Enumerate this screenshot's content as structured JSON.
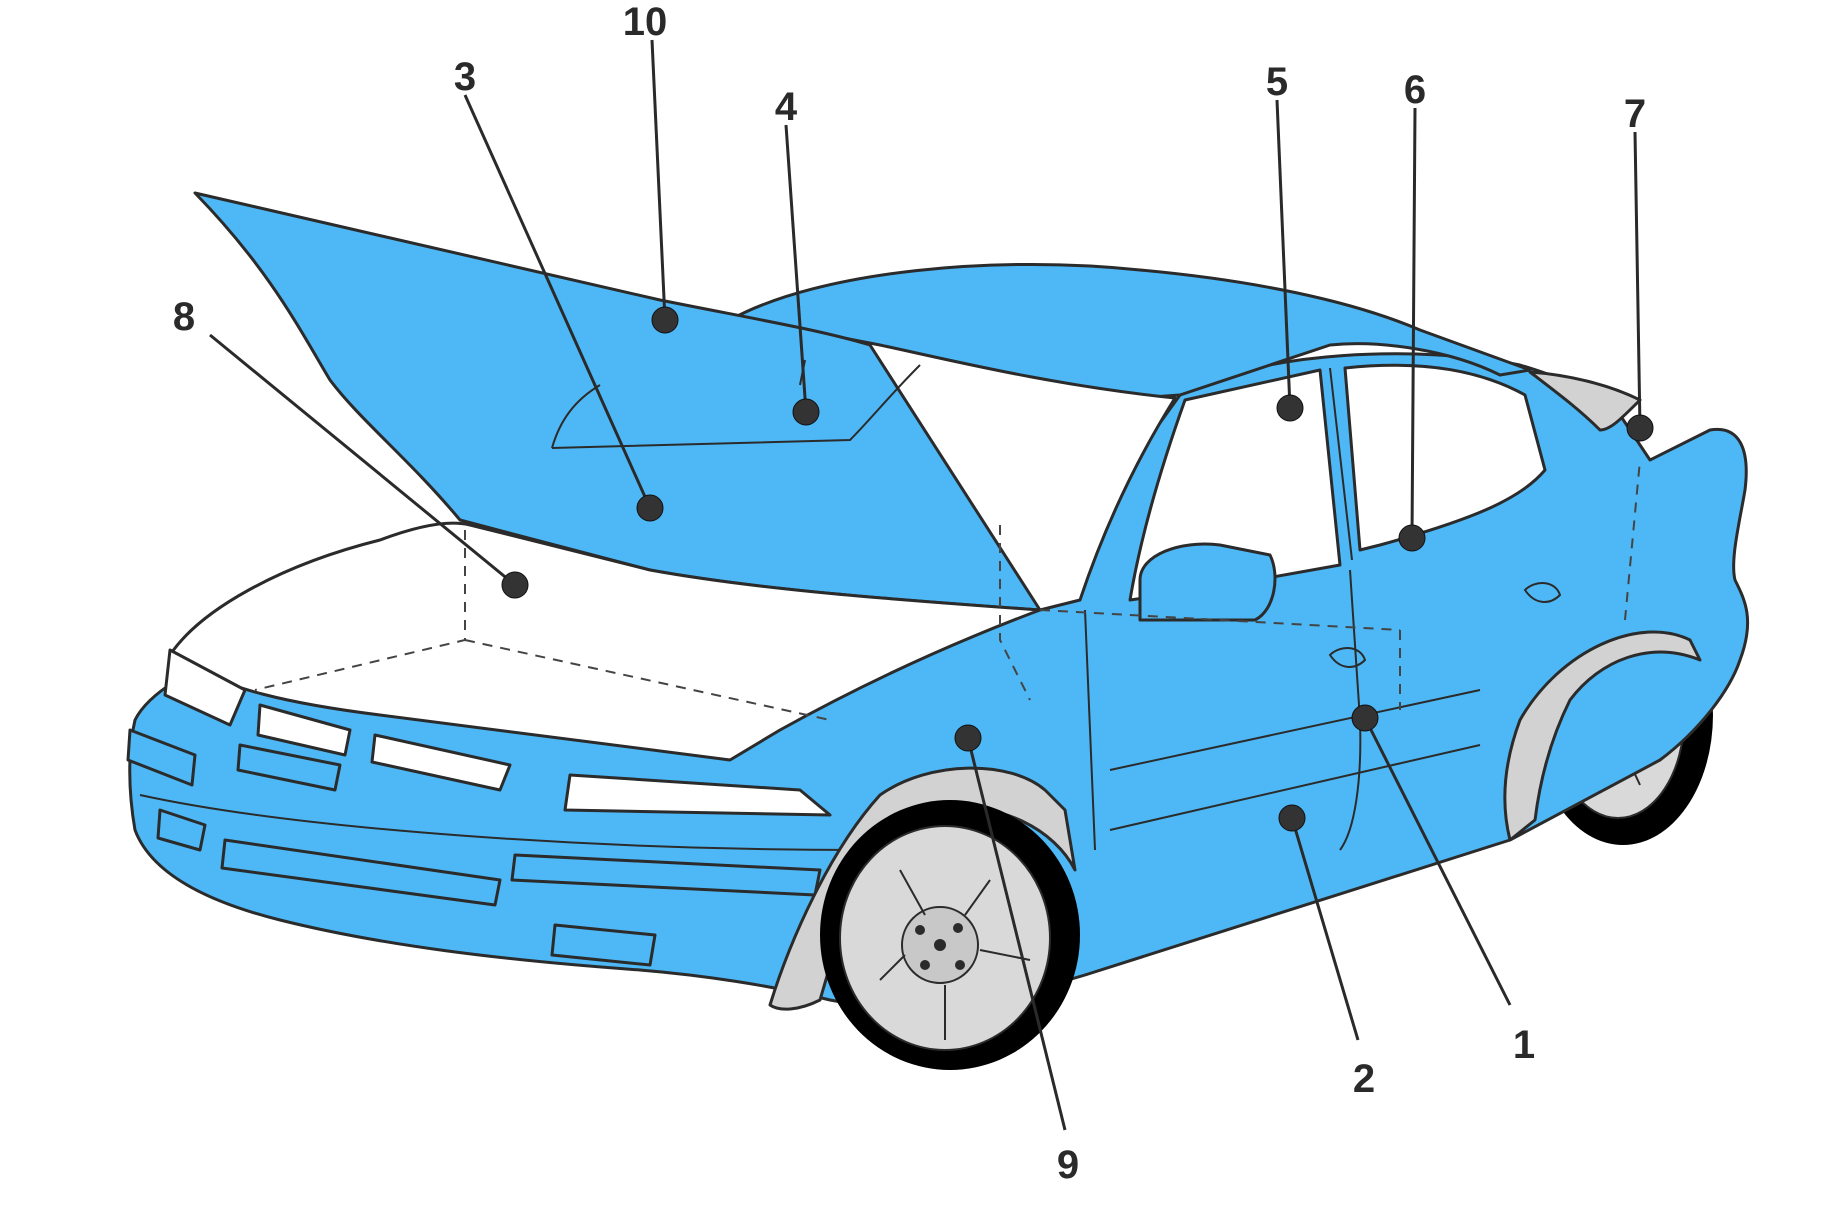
{
  "colors": {
    "body_paint": "#4DB8F5",
    "glass_and_hood_unpainted": "#FFFFFF",
    "trim_gray": "#D2D2D2",
    "tire": "#000000",
    "wheel": "#D9D9D9",
    "outline": "#2B2B2B"
  },
  "callouts": [
    {
      "id": "c1",
      "label": "1"
    },
    {
      "id": "c2",
      "label": "2"
    },
    {
      "id": "c3",
      "label": "3"
    },
    {
      "id": "c4",
      "label": "4"
    },
    {
      "id": "c5",
      "label": "5"
    },
    {
      "id": "c6",
      "label": "6"
    },
    {
      "id": "c7",
      "label": "7"
    },
    {
      "id": "c8",
      "label": "8"
    },
    {
      "id": "c9",
      "label": "9"
    },
    {
      "id": "c10",
      "label": "10"
    }
  ]
}
